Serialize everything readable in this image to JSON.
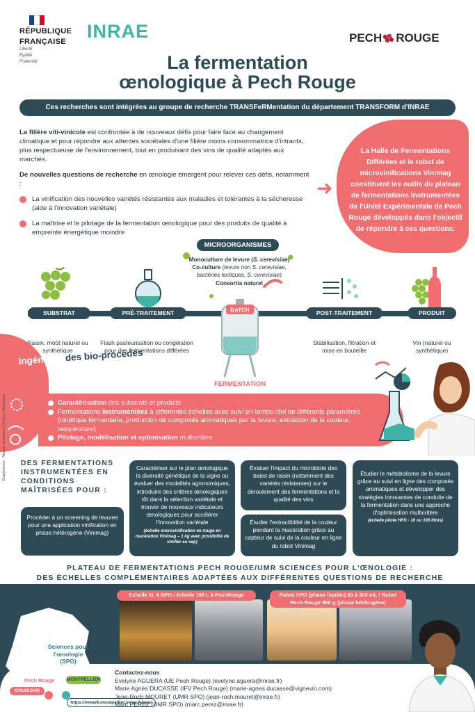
{
  "header": {
    "rf_line1": "RÉPUBLIQUE",
    "rf_line2": "FRANÇAISE",
    "rf_motto1": "Liberté",
    "rf_motto2": "Égalité",
    "rf_motto3": "Fraternité",
    "inrae": "INRAE",
    "pech_left": "PECH",
    "pech_right": "ROUGE",
    "title_line1": "La fermentation",
    "title_line2": "œnologique à Pech Rouge",
    "banner": "Ces recherches sont intégrées au groupe de recherche TRANSFeRMentation du département TRANSFORM d'INRAE"
  },
  "intro": {
    "p1_bold": "La filière viti-vinicole",
    "p1_rest": " est confrontée à de nouveaux défis pour faire face au changement climatique et pour répondre aux attentes sociétales d'une filière moins consommatrice d'intrants, plus respectueuse de l'environnement, tout en produisant des vins de qualité adaptés aux marchés.",
    "p2_bold": "De nouvelles questions de recherche",
    "p2_rest": " en œnologie émergent pour relever ces défis, notamment :",
    "b1": "La vinification des nouvelles variétés résistantes aux maladies et tolérantes à la sécheresse (aide à l'innovation variétale)",
    "b2": "La maîtrise et le pilotage de la fermentation œnologique pour des produits de qualité à empreinte énergétique moindre"
  },
  "blob_text": "La Halle de Fermentations Différées et le robot de microvinifications Vinimag constituent les outils du plateau de fermentations instrumentées de l'Unité Expérimentale de Pech Rouge développés dans l'objectif de répondre à ces questions.",
  "process": {
    "micro_label": "MICROORGANISMES",
    "m1a": "Monoculture de levure (",
    "m1b": "S. cerevisiae",
    "m1c": ")",
    "m2a": "Co-culture",
    "m2b": " (levure non ",
    "m2c": "S. cerevisiae",
    "m2d": ",",
    "m3a": "bactéries lactiques, ",
    "m3b": "S. cerevisiae",
    "m3c": ")",
    "m4": "Consortia naturel",
    "substrat": "SUBSTRAT",
    "substrat_txt": "Raisin, moût naturel ou synthétique",
    "pre": "PRÉ-TRAITEMENT",
    "pre_txt": "Flash pasteurisation ou congélation pour des fermentations différées",
    "batch": "BATCH",
    "fermentation": "FERMENTATION",
    "post": "POST-TRAITEMENT",
    "post_txt": "Stabilisation, filtration et mise en bouteille",
    "produit": "PRODUIT",
    "produit_txt": "Vin (naturel ou synthétique)"
  },
  "bio": {
    "title_a": "Ingénierie ",
    "title_b": "des bio-procédés",
    "i1_bold": "Caractérisation",
    "i1_rest": " des substrats et produits",
    "i2_a": "Fermentations ",
    "i2_bold": "instrumentées",
    "i2_rest": " à différentes échelles avec suivi en temps réel de différents paramètres (cinétique fermentaire, production de composés aromatiques par la levure, extraction de la couleur, température)",
    "i3_bold": "Pilotage, modélisation et optimisation",
    "i3_rest": " multicritère"
  },
  "ferm": {
    "head": "DES FERMENTATIONS INSTRUMENTÉES EN CONDITIONS MAÎTRISÉES POUR :",
    "box1": "Procéder à un screening de levures pour une application vinification en phase hétérogène (Vinimag)",
    "box2": "Caractériser sur le plan œnologique la diversité génétique de la vigne ou évaluer des modalités agronomiques, introduire des critères œnologiques tôt dans la sélection variétale et trouver de nouveaux indicateurs œnologiques pour accélérer l'innovation variétale",
    "box2_small": "(échelle microvinification en rouge en macération Vinimag – 1 kg avec possibilité de vinifier au cep)",
    "box3": "Évaluer l'impact du microbiote des baies de raisin (notamment des variétés résistantes) sur le déroulement des fermentations et la qualité des vins",
    "box4": "Étudier l'extractibilité de la couleur pendant la macération grâce au capteur de suivi de la couleur en ligne du robot Vinimag",
    "box5": "Étudier le métabolisme de la levure grâce au suivi en ligne des composés aromatiques et développer des stratégies innovantes de conduite de la fermentation dans une approche d'optimisation multicritère",
    "box5_small": "(échelle pilote HFD - 10 ou 100 litres)",
    "credits": "Graphismes : Magda Urbatowa | Strijeon Illustration"
  },
  "plateau": {
    "head1": "PLATEAU DE FERMENTATIONS PECH ROUGE/UMR SCIENCES POUR L'ŒNOLOGIE :",
    "head2": "DES ÉCHELLES COMPLÉMENTAIRES ADAPTÉES AUX DIFFÉRENTES QUESTIONS DE RECHERCHE",
    "label1": "Echelle 1L à SPO / échelle 100 L à PechRouge",
    "label2": "Robot SPO (phase liquide) 20 à 300 mL / Robot Pech Rouge 900 g (phase hétérogène)"
  },
  "map": {
    "spo1": "Sciences pour",
    "spo2": "l'œnologie",
    "spo3": "(SPO)",
    "montpellier": "MONTPELLIER",
    "pech": "Pech Rouge",
    "gruissan": "GRUISSAN"
  },
  "contact": {
    "head": "Contactez-nous",
    "c1": "Evelyne AGUERA (UE Pech Rouge) (evelyne.aguera@inrae.fr)",
    "c2": "Marie Agnès DUCASSE (IFV Pech Rouge) (marie-agnes.ducasse@vignevin.com)",
    "c3": "Jean-Roch MOURET (UMR SPO) (jean-roch.mouret@inrae.fr)",
    "c4": "Marc PEREZ (UMR SPO) (marc.perez@inrae.fr)",
    "url": "https://www6.montpellier.inrae.fr/spo/"
  },
  "colors": {
    "teal": "#2e4b55",
    "coral": "#ef6e70",
    "green": "#8cbf3f",
    "inrae": "#3fb4a6"
  }
}
